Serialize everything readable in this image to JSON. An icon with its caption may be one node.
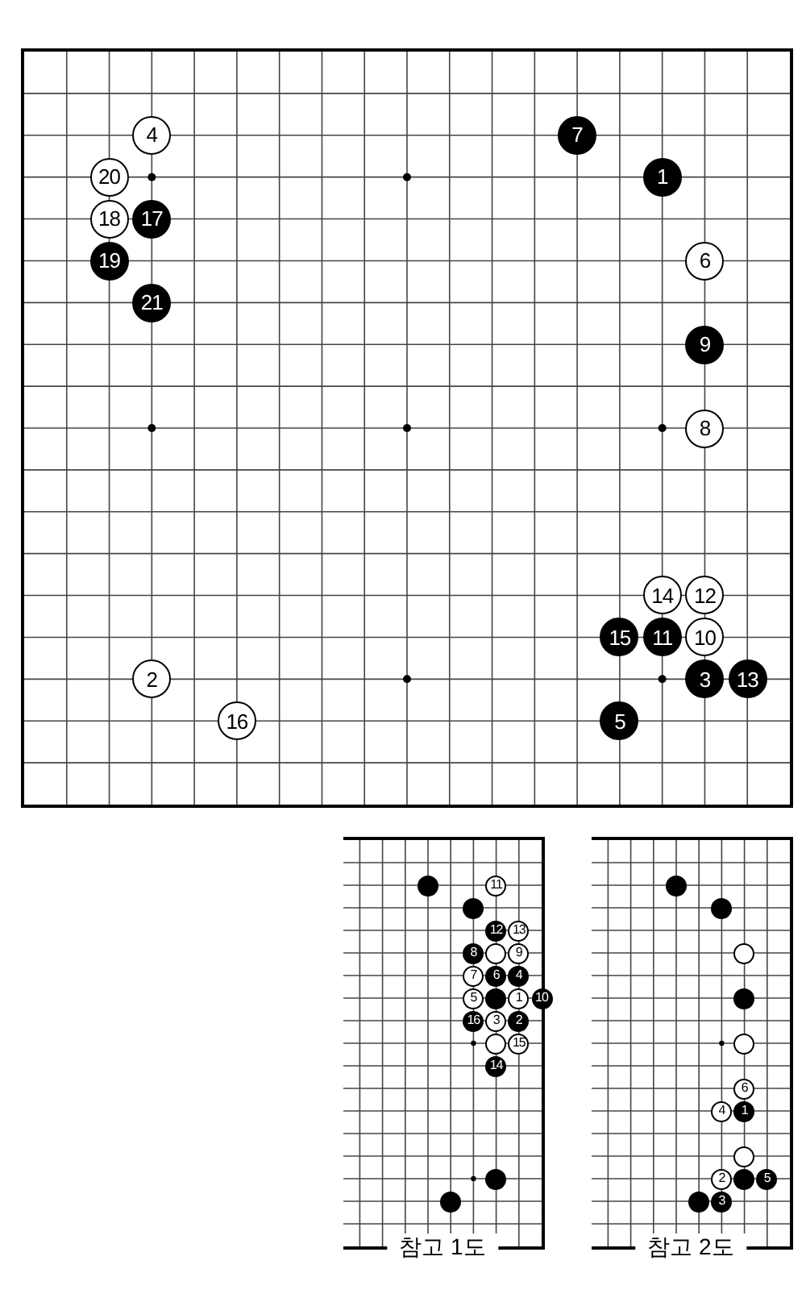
{
  "diagram": {
    "nodes": [
      {
        "text": [],
        "shape": "box"
      },
      {
        "text": [
          "4"
        ],
        "in": 0
      },
      {
        "text": [
          "7"
        ],
        "in": 0
      },
      {
        "text": [
          "20"
        ],
        "in": 0
      },
      {
        "text": [
          "1"
        ],
        "in": 0
      },
      {
        "text": [
          "18"
        ],
        "in": 0
      },
      {
        "text": [
          "17"
        ],
        "in": 0
      },
      {
        "text": [
          "19"
        ],
        "in": 0
      },
      {
        "text": [
          "6"
        ],
        "in": 0
      },
      {
        "text": [
          "21"
        ],
        "in": 0
      },
      {
        "text": [
          "9"
        ],
        "in": 0
      },
      {
        "text": [
          "8"
        ],
        "in": 0
      },
      {
        "text": [
          "14"
        ],
        "in": 0
      },
      {
        "text": [
          "12"
        ],
        "in": 0
      },
      {
        "text": [
          "15"
        ],
        "in": 0
      },
      {
        "text": [
          "11"
        ],
        "in": 0
      },
      {
        "text": [
          "10"
        ],
        "in": 0
      },
      {
        "text": [
          "2"
        ],
        "in": 0
      },
      {
        "text": [
          "3"
        ],
        "in": 0
      },
      {
        "text": [
          "13"
        ],
        "in": 0
      },
      {
        "text": [
          "16"
        ],
        "in": 0
      },
      {
        "text": [
          "5"
        ],
        "in": 0
      },
      {
        "text": [
          "참고 1도"
        ]
      },
      {
        "text": [],
        "shape": "circle",
        "in": 22
      },
      {
        "text": [
          "11"
        ],
        "in": 22
      },
      {
        "text": [],
        "shape": "circle",
        "in": 22
      },
      {
        "text": [
          "12"
        ],
        "in": 22
      },
      {
        "text": [
          "13"
        ],
        "in": 22
      },
      {
        "text": [
          "8"
        ],
        "in": 22
      },
      {
        "text": [],
        "shape": "circle",
        "in": 22
      },
      {
        "text": [
          "9"
        ],
        "in": 22
      },
      {
        "text": [
          "7"
        ],
        "in": 22
      },
      {
        "text": [
          "6"
        ],
        "in": 22
      },
      {
        "text": [
          "4"
        ],
        "in": 22
      },
      {
        "text": [
          "5"
        ],
        "in": 22
      },
      {
        "text": [],
        "shape": "circle",
        "in": 22
      },
      {
        "text": [
          "1"
        ],
        "in": 22
      },
      {
        "text": [
          "10"
        ],
        "in": 22
      },
      {
        "text": [
          "16"
        ],
        "in": 22
      },
      {
        "text": [
          "3"
        ],
        "in": 22
      },
      {
        "text": [
          "2"
        ],
        "in": 22
      },
      {
        "text": [],
        "shape": "circle",
        "in": 22
      },
      {
        "text": [
          "15"
        ],
        "in": 22
      },
      {
        "text": [
          "14"
        ],
        "in": 22
      },
      {
        "text": [],
        "shape": "circle",
        "in": 22
      },
      {
        "text": [],
        "shape": "circle",
        "in": 22
      },
      {
        "text": [
          "참고 2도"
        ]
      },
      {
        "text": [],
        "shape": "circle",
        "in": 46
      },
      {
        "text": [],
        "shape": "circle",
        "in": 46
      },
      {
        "text": [],
        "shape": "circle",
        "in": 46
      },
      {
        "text": [],
        "shape": "circle",
        "in": 46
      },
      {
        "text": [],
        "shape": "circle",
        "in": 46
      },
      {
        "text": [
          "6"
        ],
        "in": 46
      },
      {
        "text": [
          "4"
        ],
        "in": 46
      },
      {
        "text": [
          "1"
        ],
        "in": 46
      },
      {
        "text": [],
        "shape": "circle",
        "in": 46
      },
      {
        "text": [
          "2"
        ],
        "in": 46
      },
      {
        "text": [],
        "shape": "circle",
        "in": 46
      },
      {
        "text": [
          "5"
        ],
        "in": 46
      },
      {
        "text": [],
        "shape": "circle",
        "in": 46
      },
      {
        "text": [
          "3"
        ],
        "in": 46
      }
    ],
    "edges": []
  }
}
